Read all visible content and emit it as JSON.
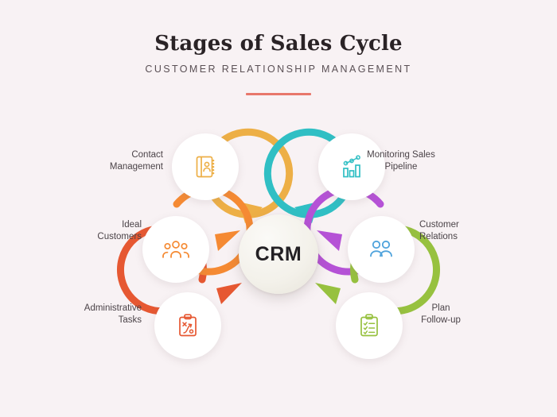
{
  "header": {
    "title": "Stages of Sales Cycle",
    "subtitle": "CUSTOMER RELATIONSHIP MANAGEMENT",
    "accent_color": "#E8776B"
  },
  "background_color": "#F8F2F4",
  "hub": {
    "label": "CRM"
  },
  "diagram": {
    "type": "cycle-wheel",
    "node_count": 6,
    "nodes": [
      {
        "id": "contact-management",
        "label": "Contact\nManagement",
        "icon": "address-book-icon",
        "color": "#EDAF46",
        "position": "top-left",
        "align": "right"
      },
      {
        "id": "monitoring-sales-pipeline",
        "label": "Monitoring Sales\nPipeline",
        "icon": "bar-chart-trend-icon",
        "color": "#30BFC4",
        "position": "top-right",
        "align": "center"
      },
      {
        "id": "customer-relations",
        "label": "Customer\nRelations",
        "icon": "two-people-icon",
        "color": "#B552D6",
        "icon_color": "#4FA3DC",
        "position": "right",
        "align": "left"
      },
      {
        "id": "plan-follow-up",
        "label": "Plan\nFollow-up",
        "icon": "clipboard-checklist-icon",
        "color": "#97C13F",
        "position": "bottom-right",
        "align": "center"
      },
      {
        "id": "administrative-tasks",
        "label": "Administrative\nTasks",
        "icon": "clipboard-strategy-icon",
        "color": "#E65832",
        "position": "bottom-left",
        "align": "right"
      },
      {
        "id": "ideal-customers",
        "label": "Ideal\nCustomers",
        "icon": "group-people-icon",
        "color": "#F58A33",
        "position": "left",
        "align": "right"
      }
    ]
  }
}
